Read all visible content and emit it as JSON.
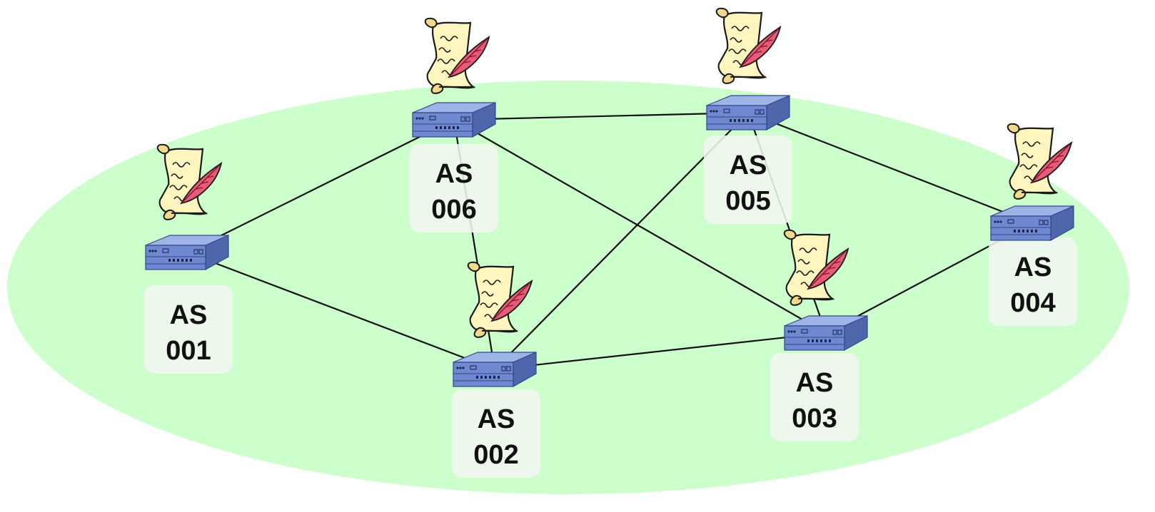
{
  "colors": {
    "cloud": "#ccffcc",
    "link": "#111111",
    "router_top": "#9fb4e6",
    "router_front": "#6f88d0",
    "router_edge": "#33478a",
    "label_bg": "#f2f6ef",
    "scroll_paper": "#fff6bf",
    "feather": "#e85a78"
  },
  "nodes": [
    {
      "id": "as001",
      "line1": "AS",
      "line2": "001"
    },
    {
      "id": "as002",
      "line1": "AS",
      "line2": "002"
    },
    {
      "id": "as003",
      "line1": "AS",
      "line2": "003"
    },
    {
      "id": "as004",
      "line1": "AS",
      "line2": "004"
    },
    {
      "id": "as005",
      "line1": "AS",
      "line2": "005"
    },
    {
      "id": "as006",
      "line1": "AS",
      "line2": "006"
    }
  ],
  "links": [
    {
      "from": "as001",
      "to": "as006"
    },
    {
      "from": "as001",
      "to": "as002"
    },
    {
      "from": "as006",
      "to": "as005"
    },
    {
      "from": "as006",
      "to": "as003"
    },
    {
      "from": "as006",
      "to": "as002"
    },
    {
      "from": "as002",
      "to": "as005"
    },
    {
      "from": "as002",
      "to": "as003"
    },
    {
      "from": "as005",
      "to": "as003"
    },
    {
      "from": "as005",
      "to": "as004"
    },
    {
      "from": "as003",
      "to": "as004"
    }
  ],
  "icons": {
    "router": "router-icon",
    "policy": "scroll-quill-icon"
  }
}
